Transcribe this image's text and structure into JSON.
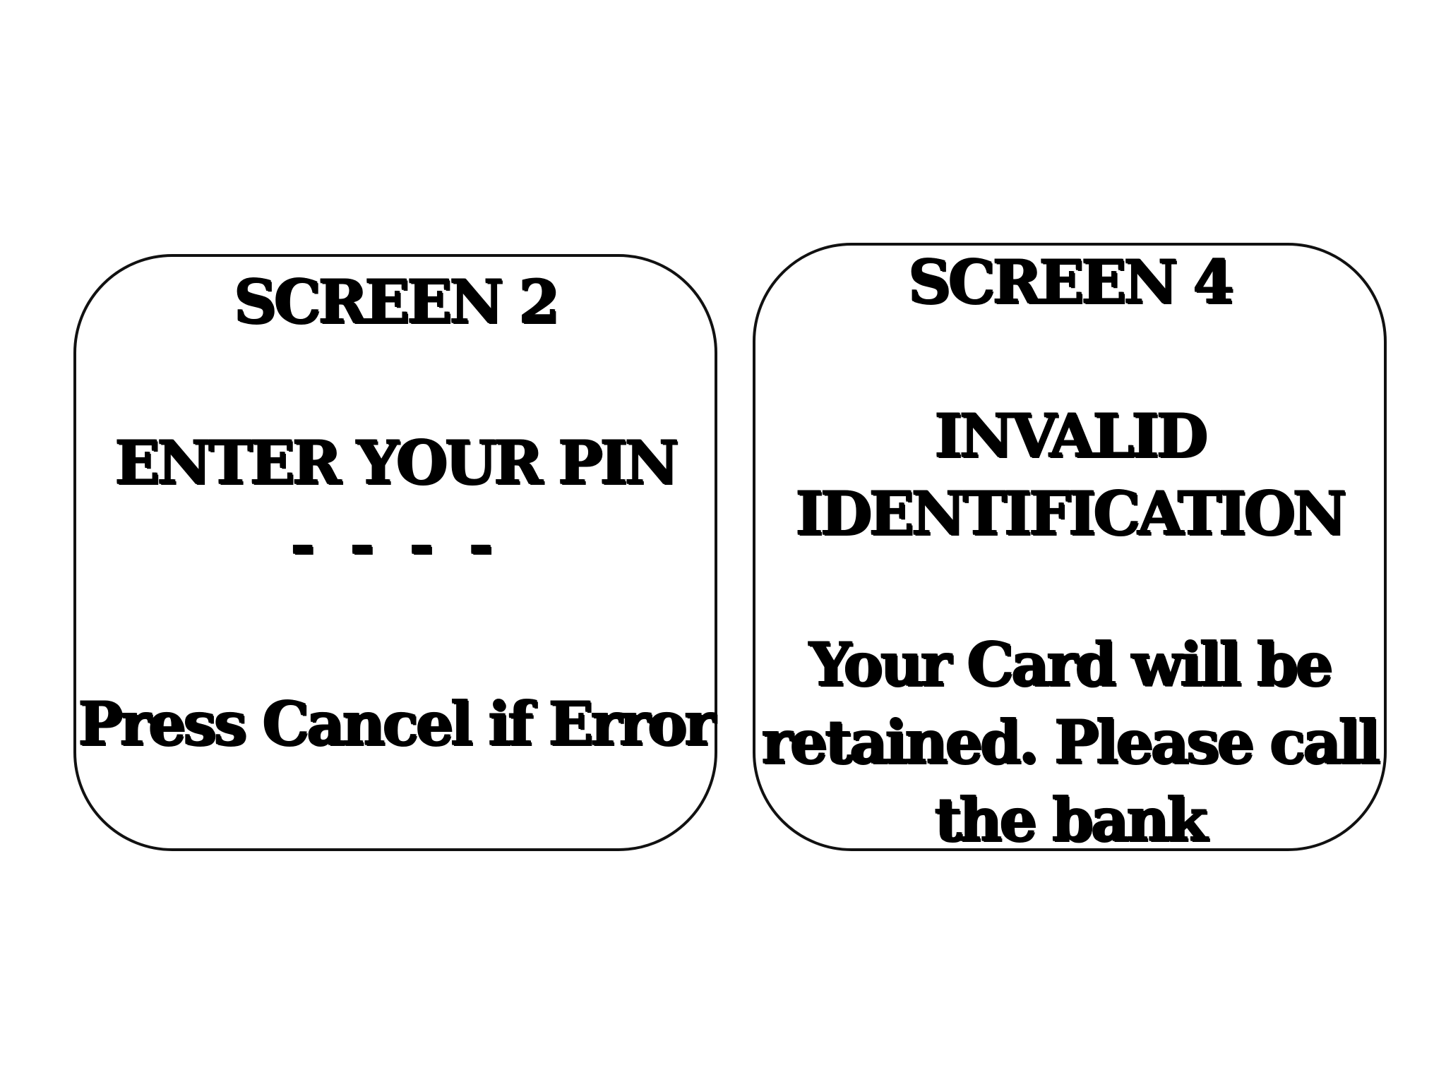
{
  "screens": [
    {
      "title": "SCREEN 2",
      "prompt": "ENTER YOUR PIN",
      "pin_entry": "- - - -",
      "hint": "Press Cancel if Error"
    },
    {
      "title": "SCREEN 4",
      "status_lines": [
        "INVALID",
        "IDENTIFICATION"
      ],
      "message_lines": [
        "Your Card will be",
        "retained. Please call",
        "the bank"
      ]
    }
  ]
}
